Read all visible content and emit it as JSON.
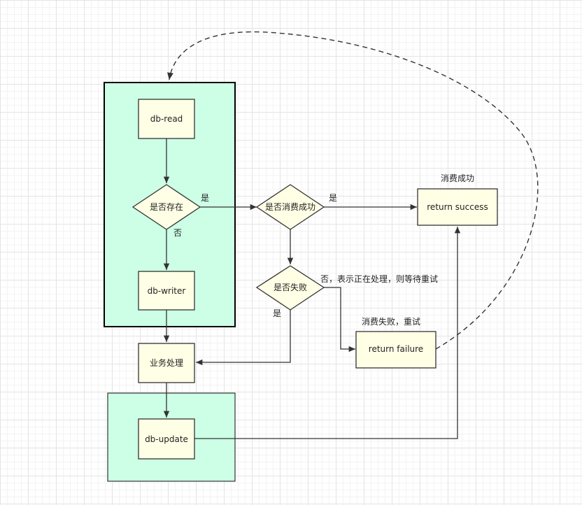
{
  "colors": {
    "container_fill": "#ccffe6",
    "node_fill": "#ffffe6",
    "stroke": "#333333",
    "dashed_link": "#333333"
  },
  "nodes": {
    "db_read": "db-read",
    "exists": "是否存在",
    "db_writer": "db-writer",
    "consume_success": "是否消费成功",
    "failed": "是否失败",
    "return_success": "return success",
    "return_failure": "return failure",
    "business": "业务处理",
    "db_update": "db-update"
  },
  "edge_labels": {
    "exists_yes": "是",
    "exists_no": "否",
    "consume_yes": "是",
    "failed_no": "否，表示正在处理，则等待重试",
    "failed_yes": "是"
  },
  "annotations": {
    "success_title": "消费成功",
    "failure_title": "消费失败，重试"
  }
}
